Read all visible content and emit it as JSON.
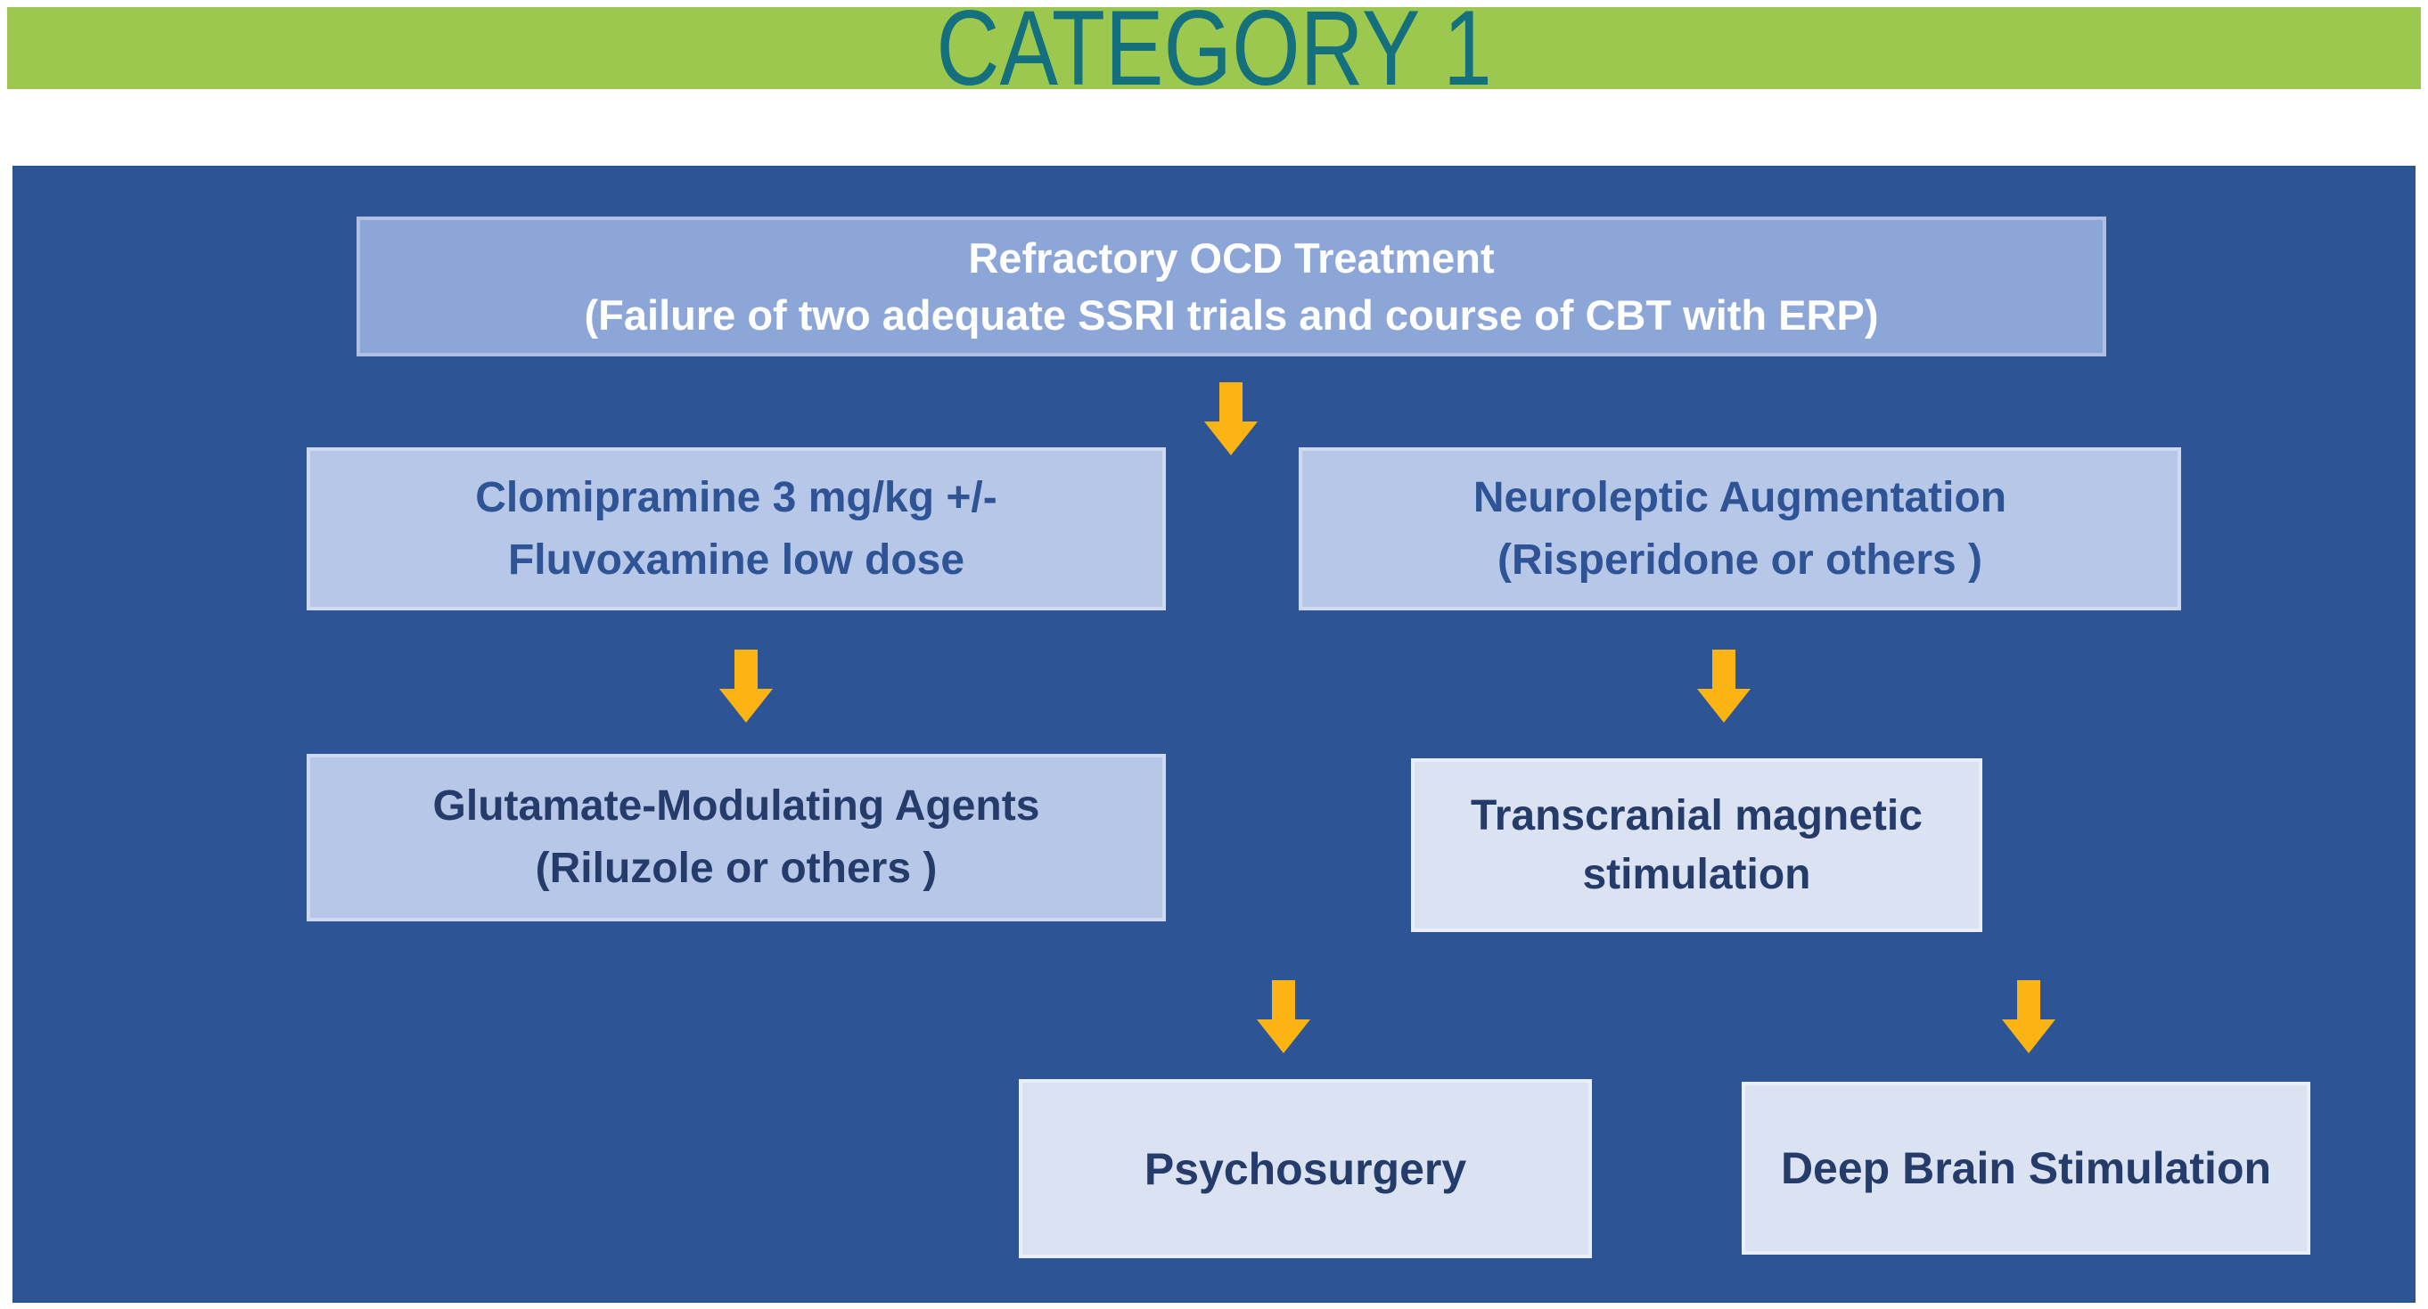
{
  "banner": {
    "title": "CATEGORY 1"
  },
  "colors": {
    "banner_bg": "#9cc84f",
    "banner_text": "#15707e",
    "panel_bg": "#2d5596",
    "arrow": "#fcb415",
    "node_medium_fill": "#8ca6d8",
    "node_medium_border": "#b0c0e2",
    "node_light_fill": "#b7c7e8",
    "node_light_border": "#cfdaf1",
    "node_lighter_fill": "#dbe3f3",
    "node_lighter_border": "#e9eef9",
    "text_white": "#ffffff",
    "text_medium_blue": "#2e5496",
    "text_navy": "#253c6b"
  },
  "nodes": {
    "root": {
      "line1": "Refractory OCD Treatment",
      "line2": "(Failure of two adequate SSRI trials and course of CBT with ERP)"
    },
    "clomipramine": {
      "line1": "Clomipramine 3 mg/kg +/-",
      "line2": "Fluvoxamine low dose"
    },
    "neuroleptic": {
      "line1": "Neuroleptic Augmentation",
      "line2": "(Risperidone or others )"
    },
    "glutamate": {
      "line1": "Glutamate-Modulating Agents",
      "line2": "(Riluzole or others )"
    },
    "tms": {
      "line1": "Transcranial magnetic",
      "line2": "stimulation"
    },
    "psychosurgery": {
      "label": "Psychosurgery"
    },
    "dbs": {
      "label": "Deep Brain Stimulation"
    }
  }
}
